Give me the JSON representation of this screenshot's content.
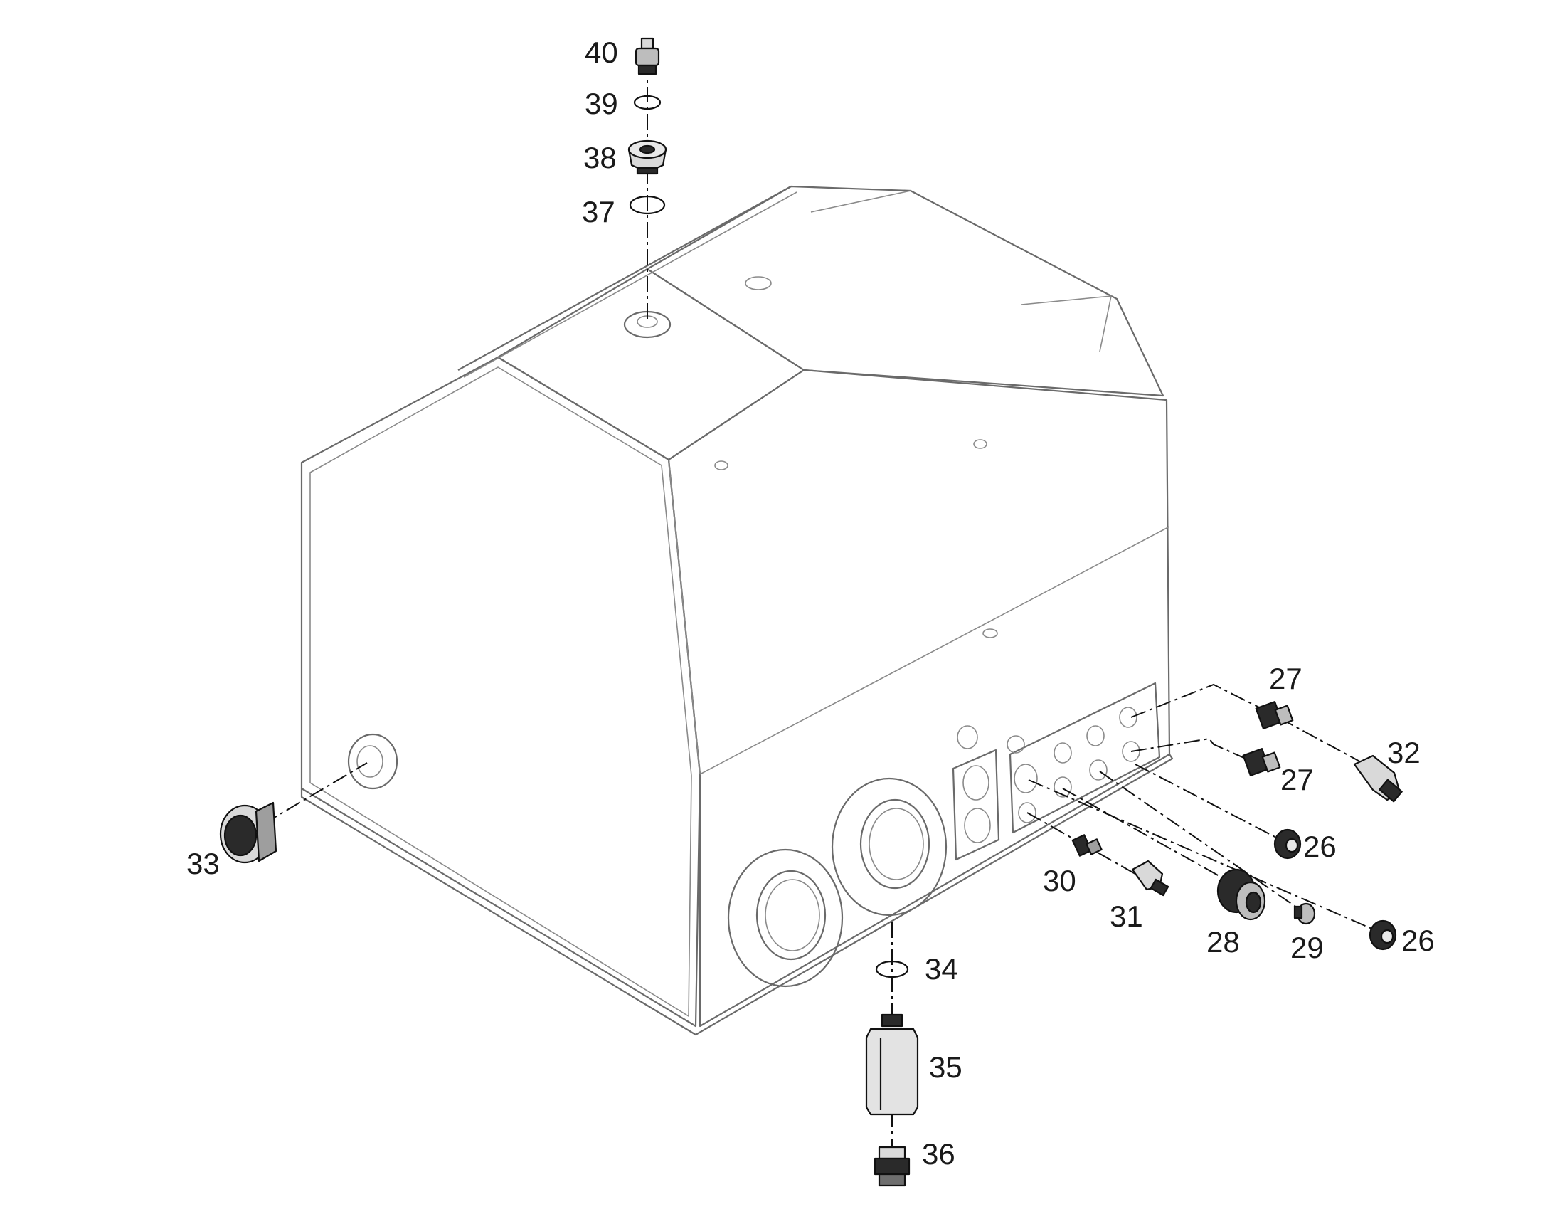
{
  "labels": {
    "p26a": "26",
    "p26b": "26",
    "p27a": "27",
    "p27b": "27",
    "p28": "28",
    "p29": "29",
    "p30": "30",
    "p31": "31",
    "p32": "32",
    "p33": "33",
    "p34": "34",
    "p35": "35",
    "p36": "36",
    "p37": "37",
    "p38": "38",
    "p39": "39",
    "p40": "40"
  },
  "colors": {
    "tank_outline": "#6a6a6a",
    "part_fill": "#d9d9d9",
    "part_dark": "#2a2a2a",
    "text": "#1a1a1a"
  }
}
